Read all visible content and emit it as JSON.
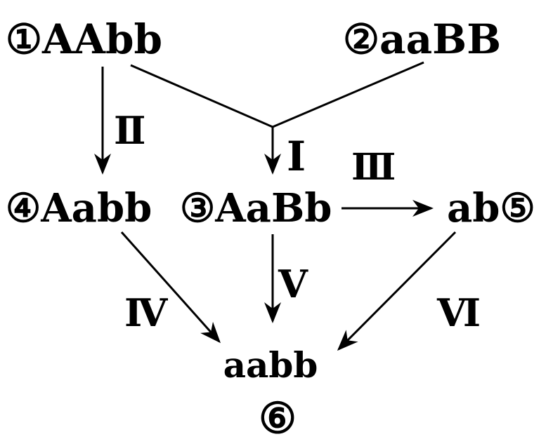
{
  "nodes": {
    "n1": "①AAbb",
    "n2": "②aaBB",
    "n3": "③AaBb",
    "n4": "④Aabb",
    "n5": "ab⑤",
    "n6_genotype": "aabb",
    "n6_number": "⑥"
  },
  "steps": {
    "s1": "Ⅰ",
    "s2": "Ⅱ",
    "s3": "Ⅲ",
    "s4": "Ⅳ",
    "s5": "Ⅴ",
    "s6": "Ⅵ"
  },
  "colors": {
    "ink": "#000000",
    "background": "#ffffff"
  }
}
